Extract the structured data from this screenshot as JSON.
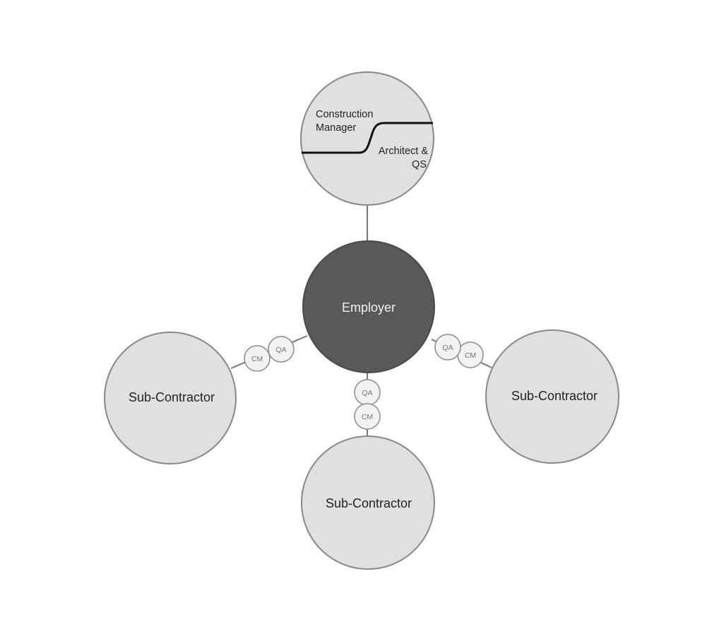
{
  "top_node": {
    "upper_label_line1": "Construction",
    "upper_label_line2": "Manager",
    "lower_label_line1": "Architect &",
    "lower_label_line2": "QS"
  },
  "center_node": {
    "label": "Employer"
  },
  "left_node": {
    "label": "Sub-Contractor"
  },
  "right_node": {
    "label": "Sub-Contractor"
  },
  "bottom_node": {
    "label": "Sub-Contractor"
  },
  "left_link": {
    "qa_label": "QA",
    "cm_label": "CM"
  },
  "right_link": {
    "qa_label": "QA",
    "cm_label": "CM"
  },
  "bottom_link": {
    "qa_label": "QA",
    "cm_label": "CM"
  }
}
